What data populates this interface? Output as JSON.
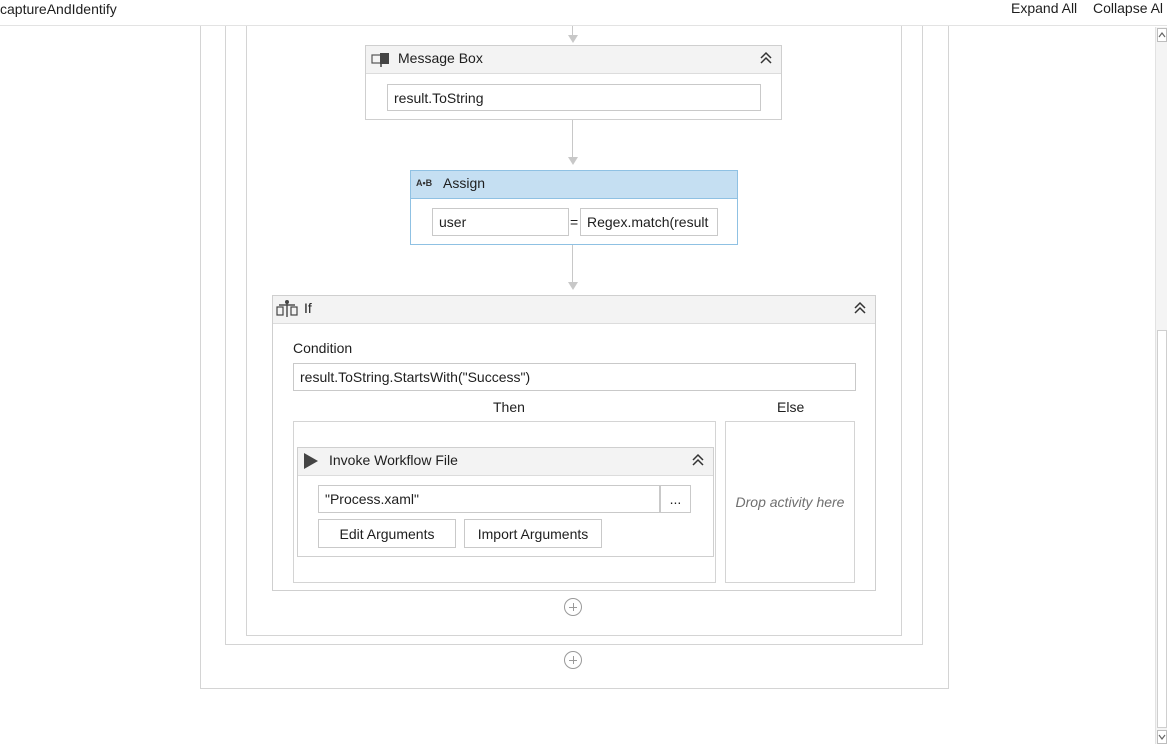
{
  "toolbar": {
    "workflow_title": "captureAndIdentify",
    "expand_all": "Expand All",
    "collapse_all": "Collapse Al"
  },
  "message_box": {
    "title": "Message Box",
    "text_value": "result.ToString",
    "icon": "message-box-icon"
  },
  "assign": {
    "title": "Assign",
    "icon_label": "A•B",
    "to_value": "user",
    "equals": "=",
    "value_value": "Regex.match(result"
  },
  "if_activity": {
    "title": "If",
    "icon": "if-icon",
    "condition_label": "Condition",
    "condition_value": "result.ToString.StartsWith(\"Success\")",
    "then_label": "Then",
    "else_label": "Else",
    "else_placeholder": "Drop activity here"
  },
  "invoke": {
    "title": "Invoke Workflow File",
    "icon": "play-icon",
    "file_value": "\"Process.xaml\"",
    "browse_label": "...",
    "edit_args": "Edit Arguments",
    "import_args": "Import Arguments"
  },
  "colors": {
    "assign_header": "#c5dff2",
    "assign_border": "#8fc1e3",
    "activity_header": "#f3f3f3"
  }
}
